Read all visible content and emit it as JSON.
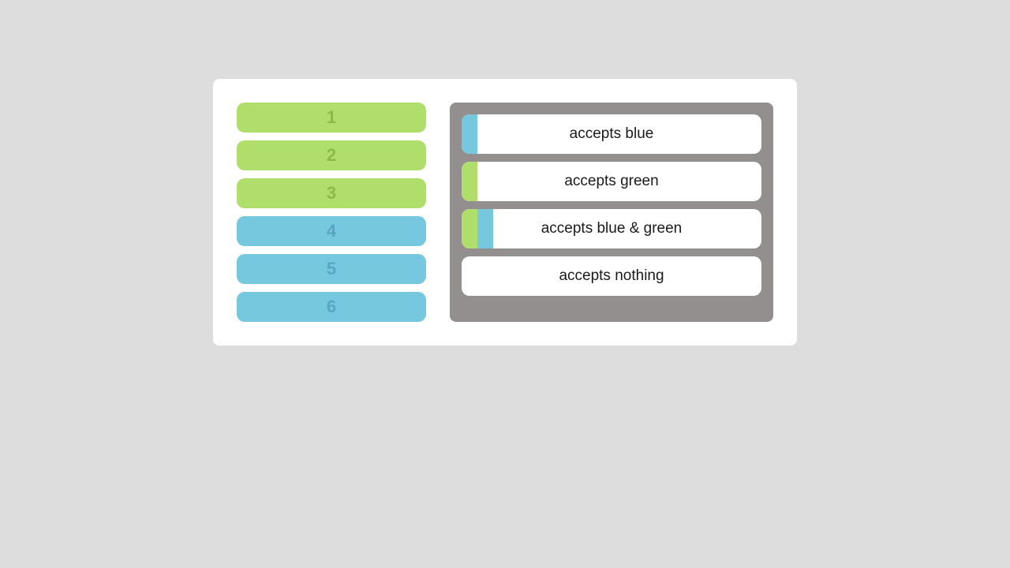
{
  "colors": {
    "background": "#dddddd",
    "card": "#ffffff",
    "green": "#b0de6a",
    "blue": "#76c8df",
    "panel": "#938f8e"
  },
  "draggables": [
    {
      "label": "1",
      "color": "green"
    },
    {
      "label": "2",
      "color": "green"
    },
    {
      "label": "3",
      "color": "green"
    },
    {
      "label": "4",
      "color": "blue"
    },
    {
      "label": "5",
      "color": "blue"
    },
    {
      "label": "6",
      "color": "blue"
    }
  ],
  "dropzones": [
    {
      "label": "accepts blue",
      "accepts": [
        "blue"
      ]
    },
    {
      "label": "accepts green",
      "accepts": [
        "green"
      ]
    },
    {
      "label": "accepts blue & green",
      "accepts": [
        "green",
        "blue"
      ]
    },
    {
      "label": "accepts nothing",
      "accepts": []
    }
  ]
}
